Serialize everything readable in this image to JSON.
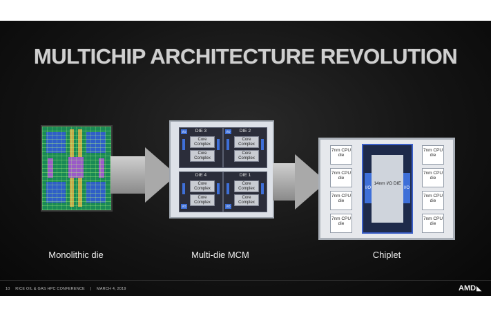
{
  "title": "MULTICHIP ARCHITECTURE REVOLUTION",
  "captions": {
    "monolithic": "Monolithic die",
    "mcm": "Multi-die MCM",
    "chiplet": "Chiplet"
  },
  "mcm": {
    "dies": [
      {
        "label": "DIE 3",
        "core_top": "Core Complex",
        "core_bottom": "Core Complex"
      },
      {
        "label": "DIE 2",
        "core_top": "Core Complex",
        "core_bottom": "Core Complex"
      },
      {
        "label": "DIE 4",
        "core_top": "Core Complex",
        "core_bottom": "Core Complex"
      },
      {
        "label": "DIE 1",
        "core_top": "Core Complex",
        "core_bottom": "Core Complex"
      }
    ],
    "io_label": "I/O"
  },
  "chiplet": {
    "cpu_die_label": "7nm CPU die",
    "io_die_label": "14nm I/O DIE",
    "io_label": "I/O"
  },
  "footer": {
    "page": "10",
    "event": "RICE OIL & GAS HPC CONFERENCE",
    "separator": "|",
    "date": "MARCH 4, 2019"
  },
  "logo": "AMD",
  "colors": {
    "accent_blue": "#3e6fd8",
    "die_green": "#1a8a55"
  }
}
